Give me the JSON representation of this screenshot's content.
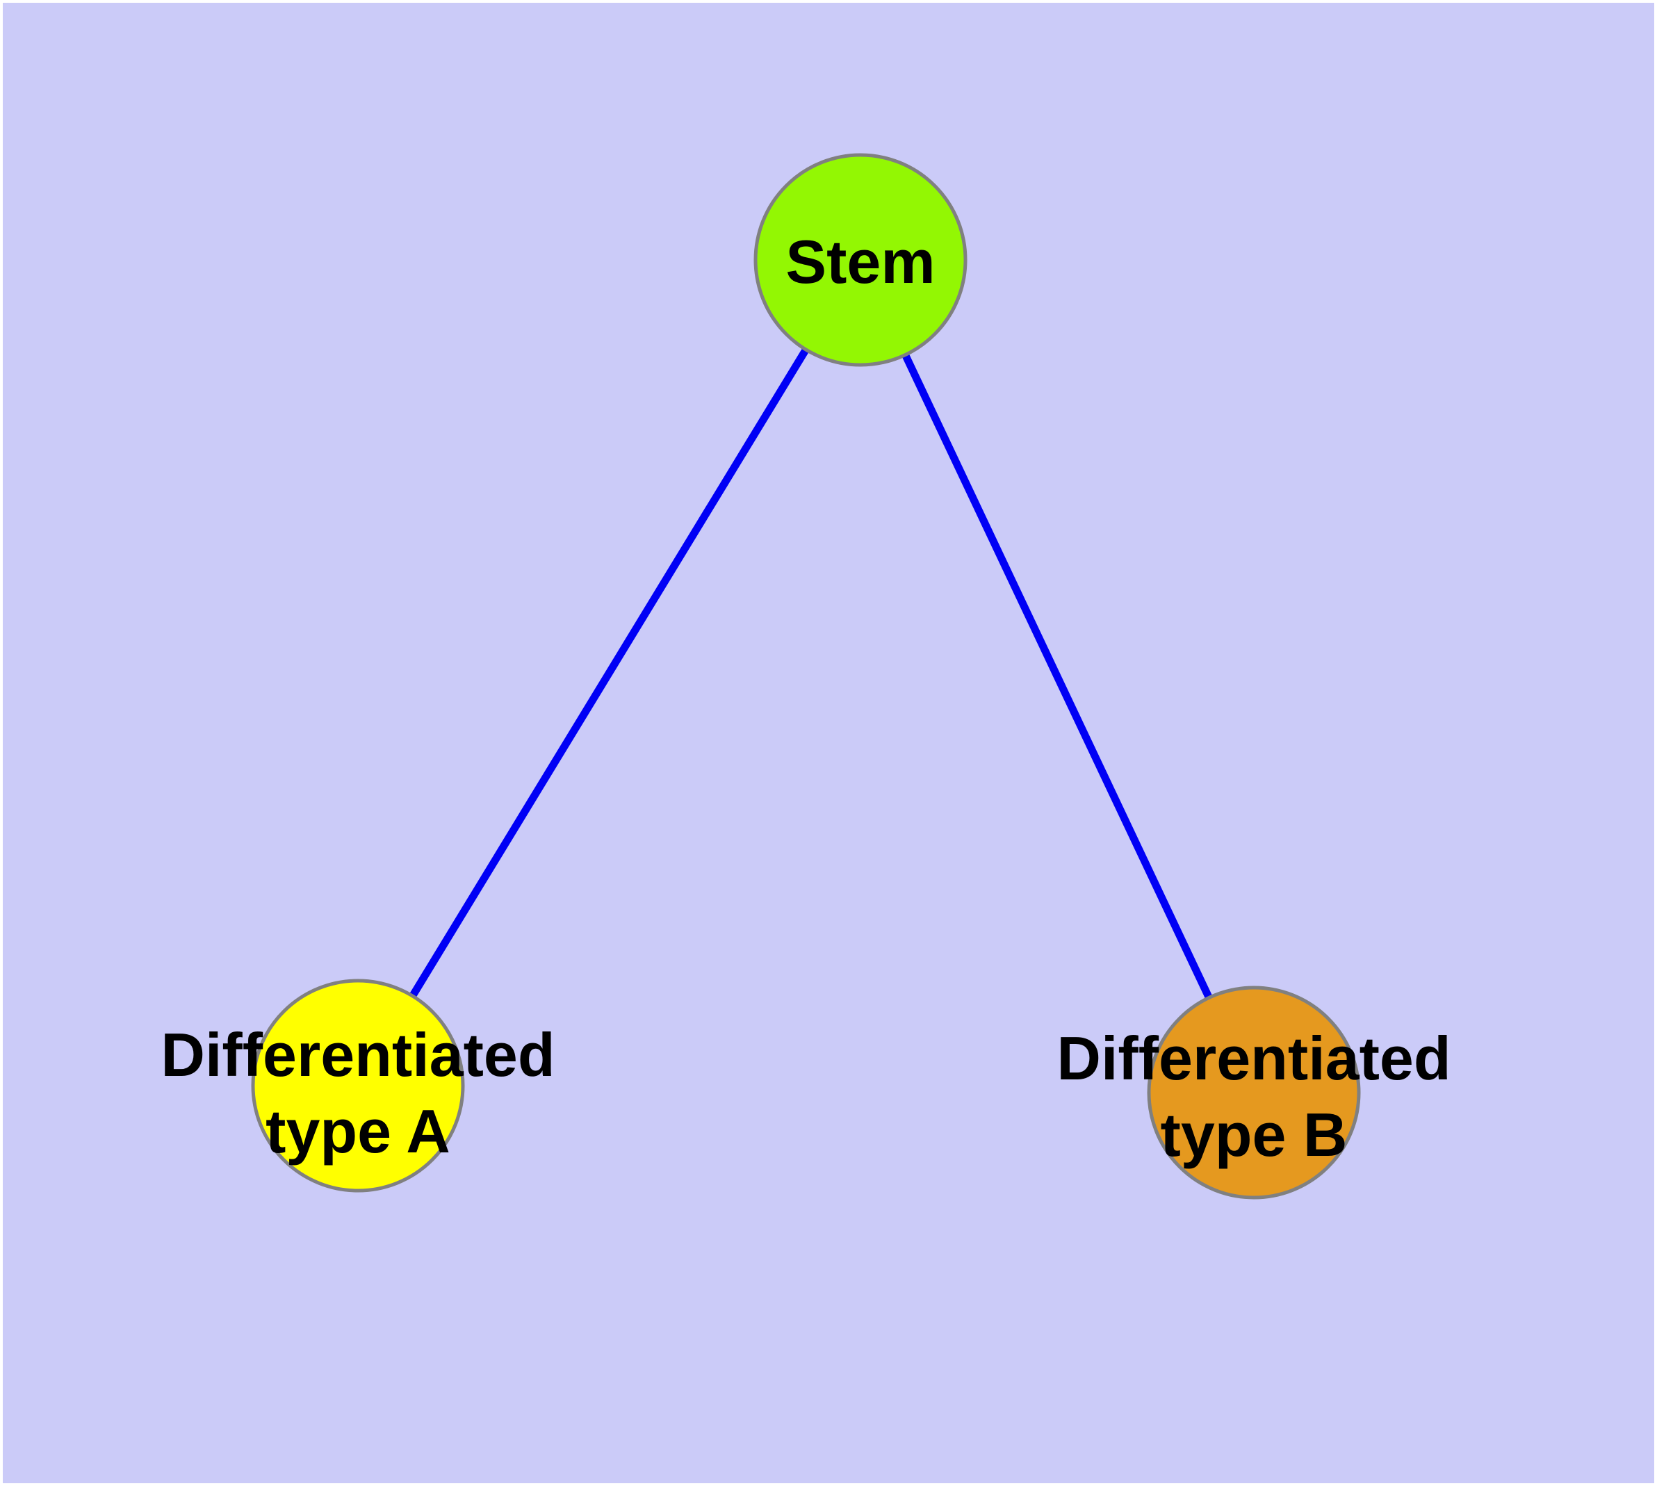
{
  "diagram": {
    "type": "node-link-graph",
    "background_color": "#cbcbf8",
    "page_border_color": "#ffffff",
    "label_color": "#000000",
    "nodes": [
      {
        "id": "stem",
        "label": "Stem",
        "fill": "#93f703",
        "stroke": "#808080"
      },
      {
        "id": "differentiated-type-a",
        "label": "Differentiated\ntype A",
        "fill": "#ffff00",
        "stroke": "#808080"
      },
      {
        "id": "differentiated-type-b",
        "label": "Differentiated\ntype B",
        "fill": "#e5991f",
        "stroke": "#808080"
      }
    ],
    "edges": [
      {
        "from": "stem",
        "to": "differentiated-type-a",
        "color": "#0000f5"
      },
      {
        "from": "stem",
        "to": "differentiated-type-b",
        "color": "#0000f5"
      }
    ]
  }
}
